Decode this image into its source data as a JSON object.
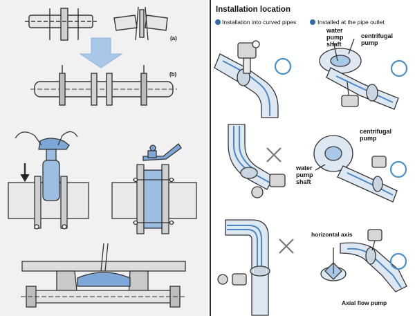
{
  "left_panel": {
    "label_a": "(a)",
    "label_b": "(b)"
  },
  "right_panel": {
    "title": "Installation location",
    "legend": [
      {
        "label": "Installation into curved pipes",
        "color": "#2f6fa8"
      },
      {
        "label": "Installed at the pipe outlet",
        "color": "#2f6fa8"
      }
    ],
    "panel1": {
      "mark": "circle"
    },
    "panel2": {
      "label_water_pump_shaft": [
        "water",
        "pump",
        "shaft"
      ],
      "label_centrifugal_pump": [
        "centrifugal",
        "pump"
      ],
      "mark": "circle"
    },
    "panel3": {
      "mark": "cross"
    },
    "panel4": {
      "label_centrifugal_pump": [
        "centrifugal",
        "pump"
      ],
      "label_water_pump_shaft": [
        "water",
        "pump",
        "shaft"
      ],
      "mark": "circle"
    },
    "panel5": {
      "mark": "cross"
    },
    "panel6": {
      "label_horizontal_axis": "horizontal axis",
      "label_axial_flow_pump": "Axial flow pump",
      "mark": "circle"
    }
  },
  "colors": {
    "pipe_fill": "#dde8f2",
    "pipe_stroke": "#333333",
    "arrow_fill": "#a9c8e8",
    "flow_blue": "#4a86c6",
    "ok_circle": "#4b8fc9",
    "cross": "#777777"
  }
}
